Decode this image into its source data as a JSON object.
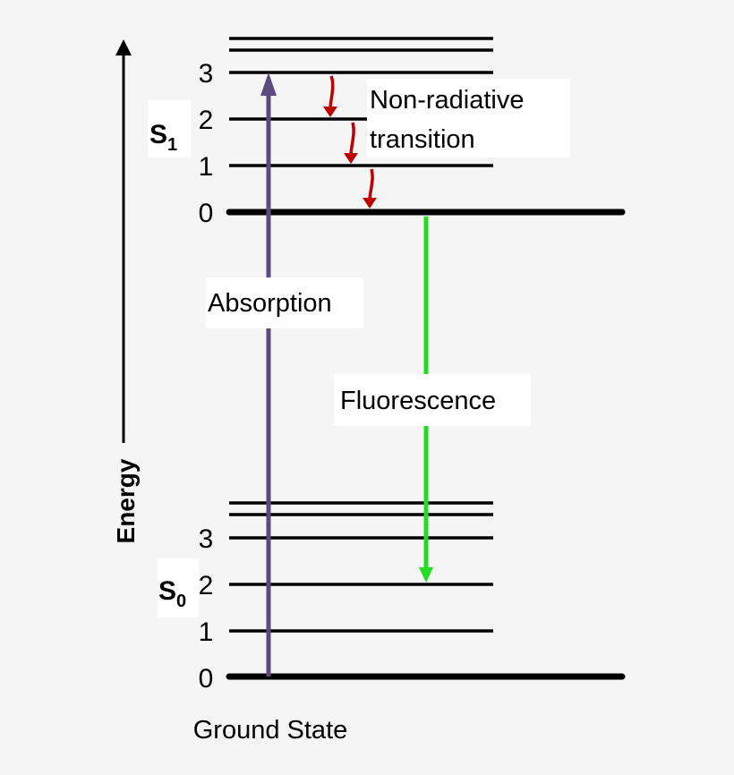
{
  "axis": {
    "label": "Energy"
  },
  "states": [
    {
      "name": "S",
      "subscript": "1",
      "levels": [
        "3",
        "2",
        "1",
        "0"
      ]
    },
    {
      "name": "S",
      "subscript": "0",
      "levels": [
        "3",
        "2",
        "1",
        "0"
      ]
    }
  ],
  "labels": {
    "absorption": "Absorption",
    "fluorescence": "Fluorescence",
    "nonradiative_line1": "Non-radiative",
    "nonradiative_line2": "transition",
    "ground_state": "Ground State"
  },
  "colors": {
    "background": "#f5f5f5",
    "absorption": "#5c4a7e",
    "fluorescence": "#22dd22",
    "nonradiative": "#c00000",
    "levels": "#000000"
  }
}
